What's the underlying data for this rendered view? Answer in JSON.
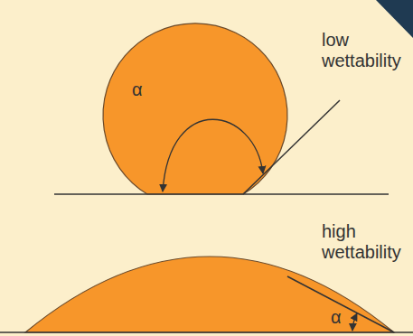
{
  "diagram": {
    "labels": [
      "low wettability",
      "α",
      "high wettability",
      "α"
    ]
  }
}
